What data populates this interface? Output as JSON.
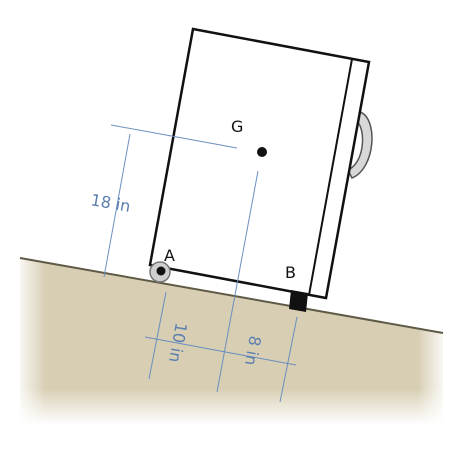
{
  "labels": {
    "center_of_gravity": "G",
    "point_a": "A",
    "point_b": "B"
  },
  "dimensions": {
    "height_g": "18 in",
    "dist_a_to_g": "10 in",
    "dist_g_to_b": "8 in"
  },
  "colors": {
    "ground_fill": "#d7ceb3",
    "ground_line": "#5f5a45",
    "dimension_line": "#6a8fbf",
    "dimension_text": "#5b7fae",
    "outline": "#111111",
    "wheel": "#cfcfcf"
  }
}
